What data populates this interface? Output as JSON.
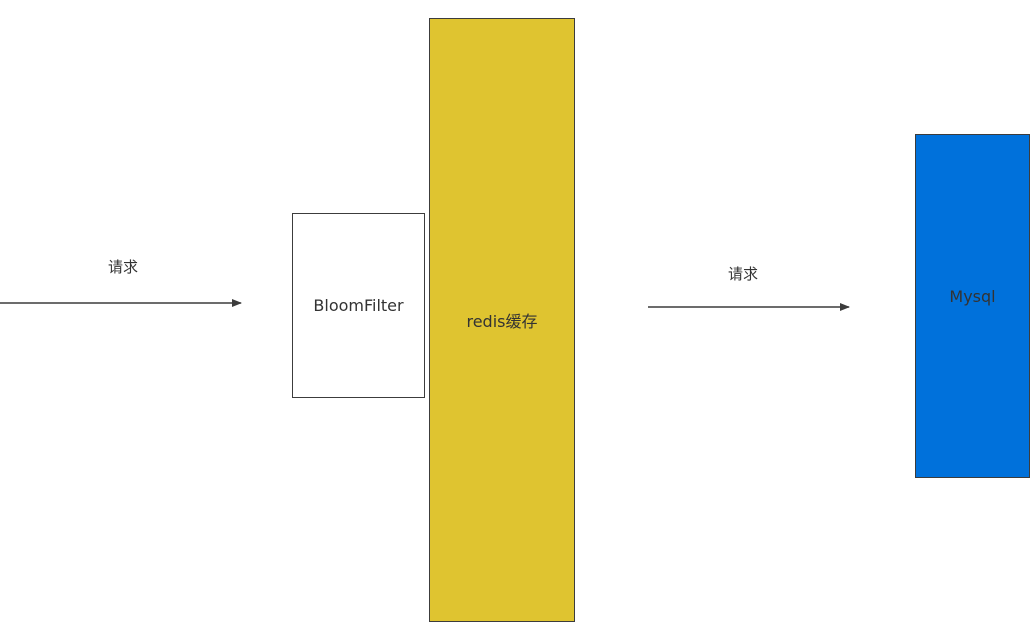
{
  "nodes": {
    "bloom_filter": {
      "label": "BloomFilter",
      "fill": "#ffffff"
    },
    "redis_cache": {
      "label": "redis缓存",
      "fill": "#dfc430"
    },
    "mysql": {
      "label": "Mysql",
      "fill": "#0071db"
    }
  },
  "edges": {
    "client_to_bloom": {
      "label": "请求"
    },
    "redis_to_mysql": {
      "label": "请求"
    }
  },
  "colors": {
    "line": "#3c3c3c",
    "border": "#3c3c3c",
    "text": "#333333"
  }
}
